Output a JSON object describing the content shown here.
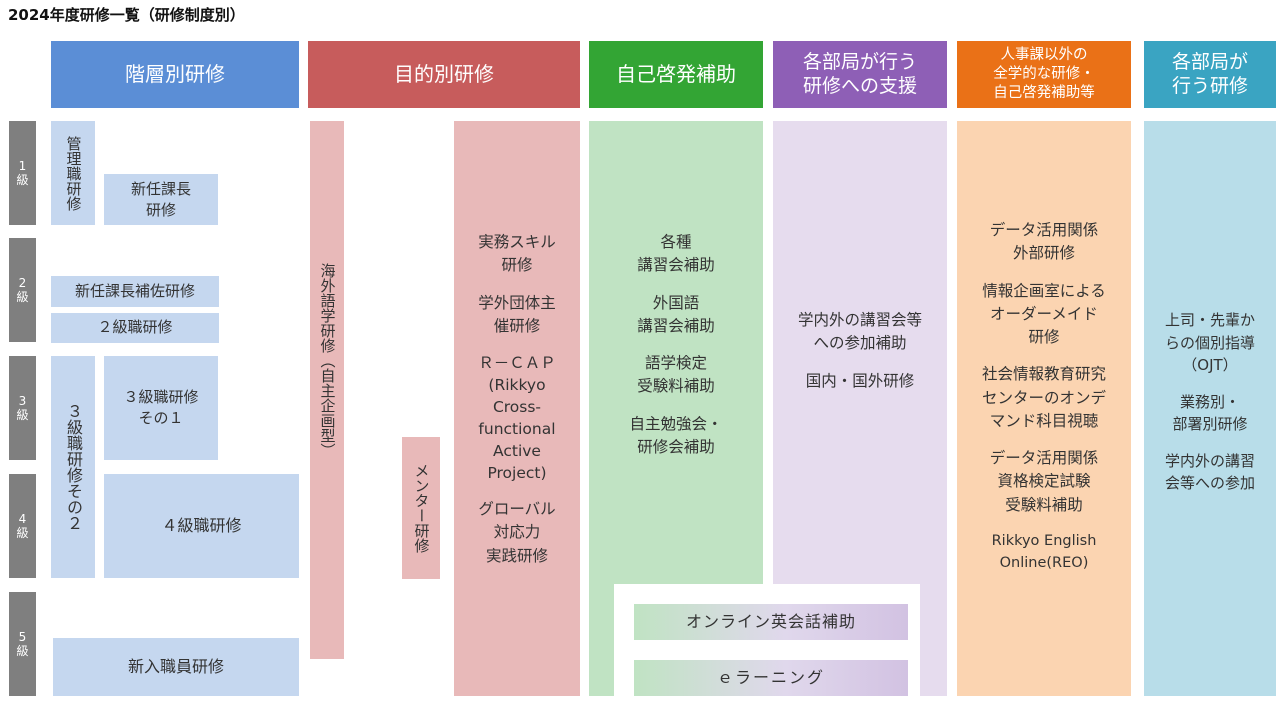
{
  "title": "2024年度研修一覧（研修制度別）",
  "colors": {
    "kaiso": "#5b8ed6",
    "mokuteki": "#c75c5c",
    "jiko": "#33a534",
    "bukyoku_shien": "#8e5fb6",
    "jinjika": "#ea7117",
    "bukyoku_kenshu": "#3aa4c2",
    "level_gray": "#7f7f7f",
    "kaiso_box": "#c5d7ef",
    "mokuteki_box": "#e8b9b9",
    "jiko_box": "#c0e3c3",
    "shien_box": "#e6dcee",
    "jinjika_box": "#fbd4b1",
    "bukyoku_box": "#b8dde9"
  },
  "headers": {
    "kaiso": "階層別研修",
    "mokuteki": "目的別研修",
    "jiko": "自己啓発補助",
    "bukyoku_shien": "各部局が行う\n研修への支援",
    "jinjika": "人事課以外の\n全学的な研修・\n自己啓発補助等",
    "bukyoku_kenshu": "各部局が\n行う研修"
  },
  "levels": [
    {
      "num": "1",
      "unit": "級"
    },
    {
      "num": "2",
      "unit": "級"
    },
    {
      "num": "3",
      "unit": "級"
    },
    {
      "num": "4",
      "unit": "級"
    },
    {
      "num": "5",
      "unit": "級"
    }
  ],
  "kaiso": {
    "kanrishoku": "管理職研修",
    "shinnin_kacho": "新任課長\n研修",
    "shinnin_hosa": "新任課長補佐研修",
    "kyu2": "２級職研修",
    "kyu3_2": "３級職研修その２",
    "kyu3_1": "３級職研修\nその１",
    "kyu4": "４級職研修",
    "shinnyu": "新入職員研修"
  },
  "mokuteki": {
    "gaikokugo": "海外語学研修（自主企画型）",
    "mentor": "メンター研修",
    "items": [
      "実務スキル\n研修",
      "学外団体主\n催研修",
      "Ｒ－ＣＡＰ\n(Rikkyo\nCross-\nfunctional\nActive\nProject)",
      "グローバル\n対応力\n実践研修"
    ]
  },
  "jiko": {
    "items": [
      "各種\n講習会補助",
      "外国語\n講習会補助",
      "語学検定\n受験料補助",
      "自主勉強会・\n研修会補助"
    ],
    "online_eikaiwa": "オンライン英会話補助",
    "elearning": "ｅラーニング"
  },
  "bukyoku_shien": {
    "items": [
      "学内外の講習会等\nへの参加補助",
      "国内・国外研修"
    ]
  },
  "jinjika": {
    "items": [
      "データ活用関係\n外部研修",
      "情報企画室による\nオーダーメイド\n研修",
      "社会情報教育研究\nセンターのオンデ\nマンド科目視聴",
      "データ活用関係\n資格検定試験\n受験料補助",
      "Rikkyo English\nOnline(REO)"
    ]
  },
  "bukyoku_kenshu": {
    "items": [
      "上司・先輩か\nらの個別指導\n（OJT）",
      "業務別・\n部署別研修",
      "学内外の講習\n会等への参加"
    ]
  }
}
